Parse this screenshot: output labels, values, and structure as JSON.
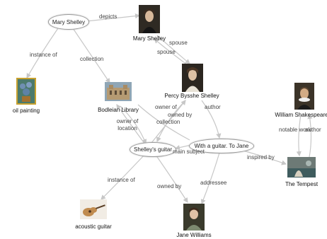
{
  "nodes": {
    "mary_oval": "Mary Shelley",
    "mary_portrait": "Mary Shelley",
    "oil_painting": "oil painting",
    "bodleian": "Bodleian Library",
    "percy": "Percy Bysshe Shelley",
    "shakespeare": "William Shakespeare",
    "guitar_oval": "Shelley's guitar",
    "poem_oval": "With a guitar. To Jane",
    "tempest": "The Tempest",
    "acoustic": "acoustic guitar",
    "jane": "Jane Williams"
  },
  "edges": {
    "depicts": "depicts",
    "instance_of_1": "instance of",
    "collection_1": "collection",
    "spouse_1": "spouse",
    "spouse_2": "spouse",
    "owner_of": "owner of",
    "owned_by_1": "owned by",
    "collection_2": "collection",
    "author_1": "author",
    "owner_of_location": "owner of location",
    "main_subject": "main subject",
    "inspired_by": "inspired by",
    "notable_work": "notable work",
    "author_2": "author",
    "instance_of_2": "instance of",
    "owned_by_2": "owned by",
    "addressee": "addressee"
  },
  "icons": [
    "portrait-icon",
    "painting-icon",
    "building-icon",
    "guitar-icon"
  ]
}
